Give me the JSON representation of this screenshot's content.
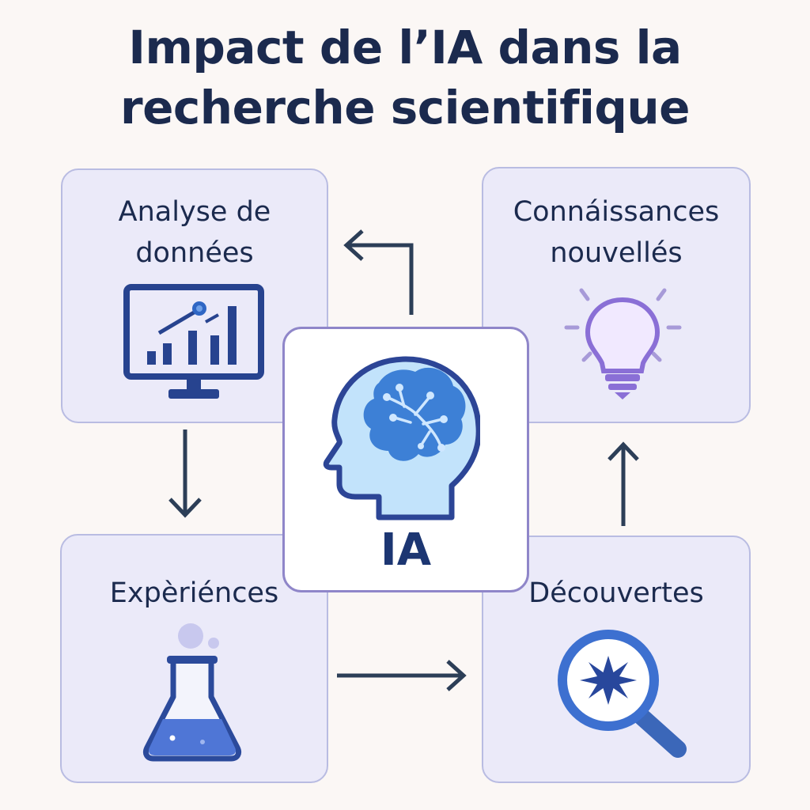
{
  "title": {
    "line1": "Impact de l’IA dans la",
    "line2": "recherche scientifique"
  },
  "nodes": {
    "analyse": {
      "line1": "Analyse de",
      "line2": "données",
      "icon": "monitor-chart-icon"
    },
    "connaissances": {
      "line1": "Connáissances",
      "line2": "nouvellés",
      "icon": "lightbulb-icon"
    },
    "experiences": {
      "label": "Expèriénces",
      "icon": "flask-icon"
    },
    "decouvertes": {
      "label": "Découvertes",
      "icon": "magnifier-star-icon"
    },
    "center": {
      "label": "IA",
      "icon": "brain-head-icon"
    }
  },
  "colors": {
    "background": "#fbf7f5",
    "card_fill": "#ebeaf9",
    "card_border": "#b9bce2",
    "title_text": "#1b2a4e",
    "accent_blue": "#2f66c4",
    "accent_purple": "#8a6fd6",
    "arrow": "#2c3e57"
  }
}
